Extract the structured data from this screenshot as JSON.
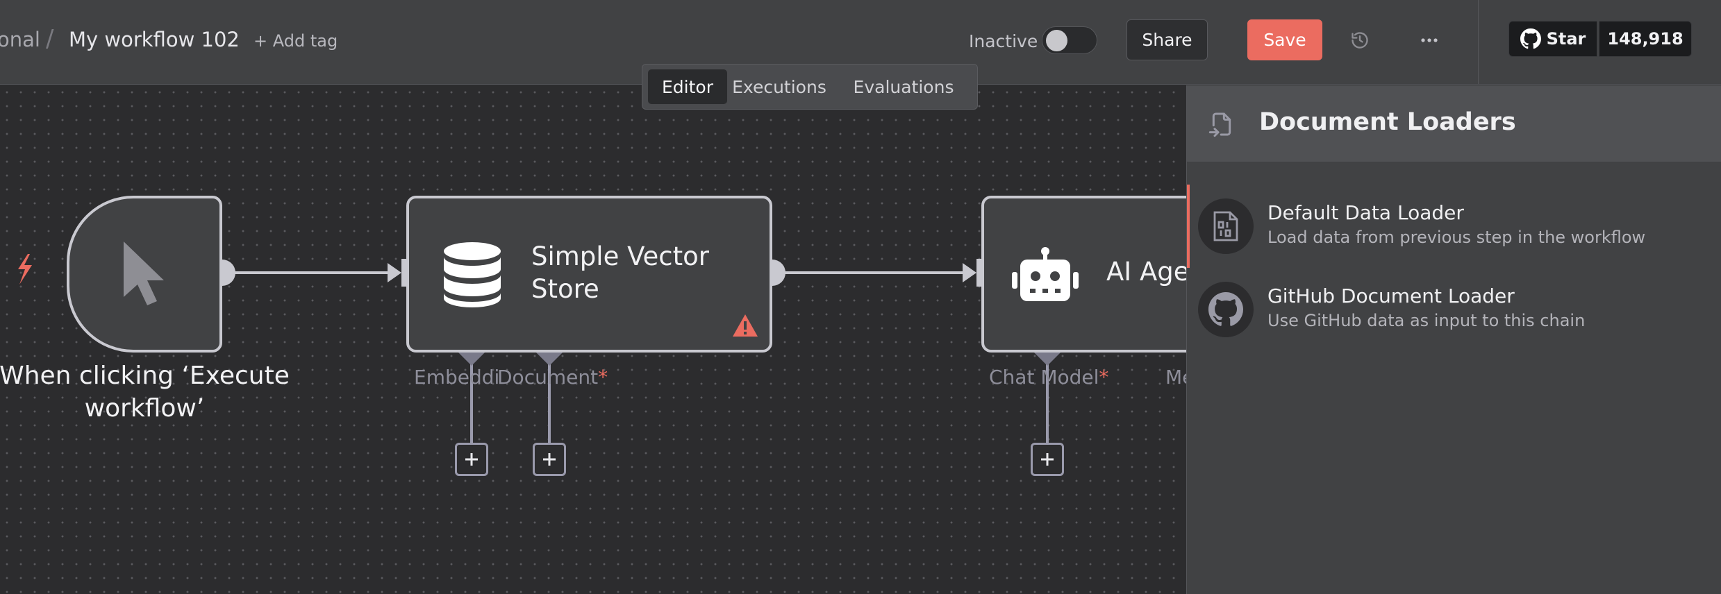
{
  "header": {
    "breadcrumb_folder": "onal",
    "breadcrumb_separator": "/",
    "workflow_name": "My workflow 102",
    "add_tag": "+ Add tag",
    "status_label": "Inactive",
    "share_label": "Share",
    "save_label": "Save",
    "more_label": "···",
    "github_star_label": "Star",
    "github_star_count": "148,918"
  },
  "tabs": [
    {
      "label": "Editor",
      "active": true
    },
    {
      "label": "Executions",
      "active": false
    },
    {
      "label": "Evaluations",
      "active": false
    }
  ],
  "canvas": {
    "nodes": {
      "trigger": {
        "label": "When clicking ‘Execute workflow’",
        "icon": "cursor-icon"
      },
      "vector_store": {
        "title_line1": "Simple Vector",
        "title_line2": "Store",
        "icon": "database-icon",
        "warning_icon": "warning-icon"
      },
      "agent": {
        "title": "AI Age",
        "icon": "robot-icon"
      }
    },
    "ports": {
      "embedding": "Embeddi",
      "document": "Document",
      "chat_model": "Chat Model",
      "memory": "Me",
      "required_mark": "*"
    }
  },
  "panel": {
    "title": "Document Loaders",
    "header_icon": "file-import-icon",
    "items": [
      {
        "name": "Default Data Loader",
        "description": "Load data from previous step in the workflow",
        "icon": "binary-file-icon"
      },
      {
        "name": "GitHub Document Loader",
        "description": "Use GitHub data as input to this chain",
        "icon": "github-icon"
      }
    ]
  },
  "colors": {
    "accent": "#eb6c60",
    "canvas_bg": "#2c2c2e",
    "node_bg": "#414244",
    "node_border": "#c9c9d0"
  }
}
